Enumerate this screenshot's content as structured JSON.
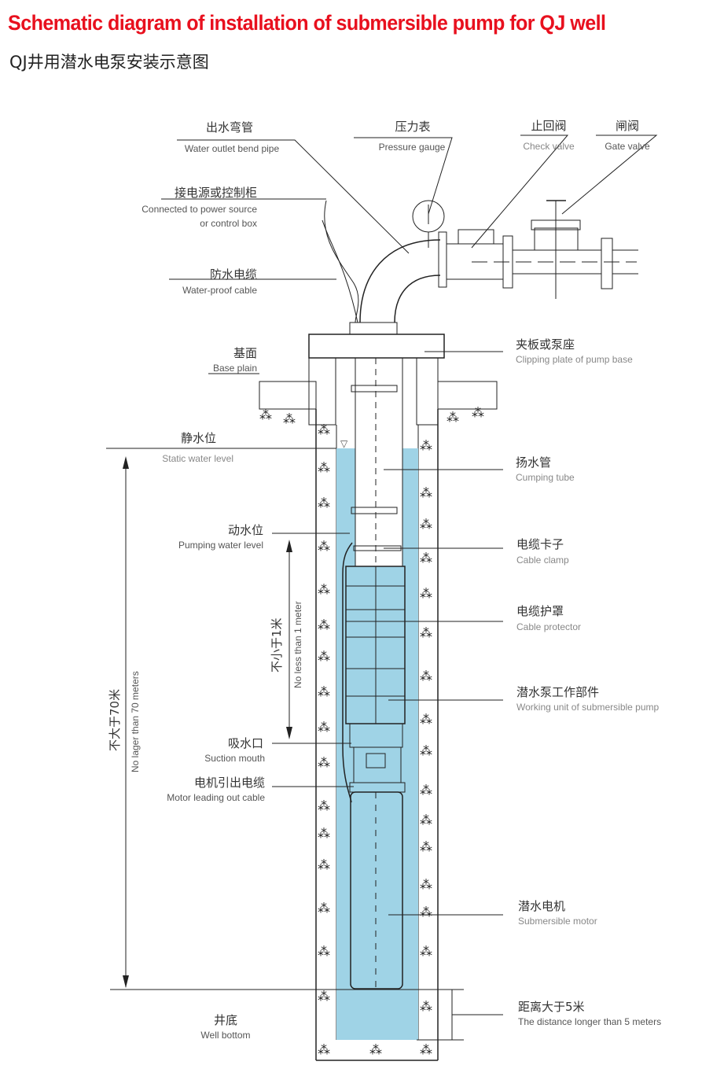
{
  "header": {
    "title": "Schematic diagram of installation of submersible pump for QJ well",
    "subtitle": "QJ井用潜水电泵安装示意图"
  },
  "colors": {
    "title": "#e8101e",
    "water": "#9fd3e6"
  },
  "labels": {
    "outlet_pipe": {
      "cn": "出水弯管",
      "en": "Water outlet bend pipe"
    },
    "pressure_gauge": {
      "cn": "压力表",
      "en": "Pressure gauge"
    },
    "check_valve": {
      "cn": "止回阀",
      "en": "Check valve"
    },
    "gate_valve": {
      "cn": "闸阀",
      "en": "Gate valve"
    },
    "power": {
      "cn": "接电源或控制柜",
      "en1": "Connected to power source",
      "en2": "or control box"
    },
    "cable": {
      "cn": "防水电缆",
      "en": "Water-proof cable"
    },
    "base": {
      "cn": "基面",
      "en": "Base plain"
    },
    "clip_plate": {
      "cn": "夹板或泵座",
      "en": "Clipping plate of pump base"
    },
    "static_level": {
      "cn": "静水位",
      "en": "Static water level"
    },
    "tube": {
      "cn": "扬水管",
      "en": "Cumping tube"
    },
    "pumping_level": {
      "cn": "动水位",
      "en": "Pumping water level"
    },
    "cable_clamp": {
      "cn": "电缆卡子",
      "en": "Cable clamp"
    },
    "cable_protector": {
      "cn": "电缆护罩",
      "en": "Cable protector"
    },
    "working_unit": {
      "cn": "潜水泵工作部件",
      "en": "Working unit of submersible pump"
    },
    "suction": {
      "cn": "吸水口",
      "en": "Suction mouth"
    },
    "motor_cable": {
      "cn": "电机引出电缆",
      "en": "Motor leading out cable"
    },
    "motor": {
      "cn": "潜水电机",
      "en": "Submersible motor"
    },
    "distance": {
      "cn": "距离大于5米",
      "en": "The distance longer than 5 meters"
    },
    "well_bottom": {
      "cn": "井底",
      "en": "Well bottom"
    },
    "depth_70": {
      "cn": "不大于70米",
      "en": "No lager than 70 meters"
    },
    "depth_1": {
      "cn": "不小于1米",
      "en": "No less than 1 meter"
    }
  }
}
